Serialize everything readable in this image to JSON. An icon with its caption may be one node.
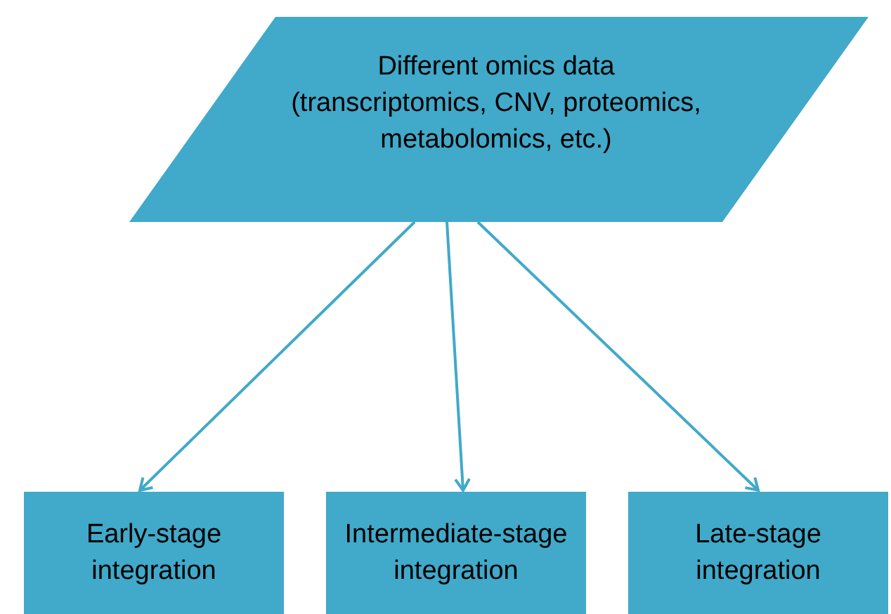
{
  "diagram": {
    "nodes": [
      {
        "text": [
          "Different omics data (transcriptomics, CNV, proteomics, metabolomics, etc.)"
        ]
      },
      {
        "text": [
          "Early-stage integration"
        ]
      },
      {
        "text": [
          "Intermediate-stage integration"
        ]
      },
      {
        "text": [
          "Late-stage integration"
        ]
      }
    ],
    "edges": [
      {
        "from": 0,
        "to": 1,
        "arrow": "to"
      },
      {
        "from": 0,
        "to": 2,
        "arrow": "to"
      },
      {
        "from": 0,
        "to": 3,
        "arrow": "to"
      }
    ]
  }
}
